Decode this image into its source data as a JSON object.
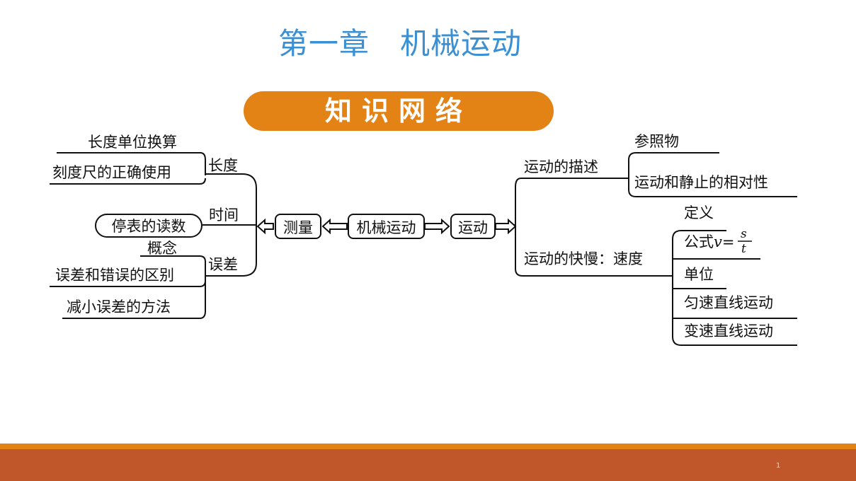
{
  "title": "第一章　机械运动",
  "banner": "知识网络",
  "center": {
    "measure": "测量",
    "main": "机械运动",
    "motion": "运动"
  },
  "left": {
    "length": {
      "label": "长度",
      "items": [
        "长度单位换算",
        "刻度尺的正确使用"
      ]
    },
    "time": {
      "label": "时间",
      "items": [
        "停表的读数"
      ]
    },
    "error": {
      "label": "误差",
      "items": [
        "概念",
        "误差和错误的区别",
        "减小误差的方法"
      ]
    }
  },
  "right": {
    "description": {
      "label": "运动的描述",
      "items": [
        "参照物",
        "运动和静止的相对性"
      ]
    },
    "speed": {
      "label": "运动的快慢：速度",
      "items": [
        "定义",
        "单位",
        "匀速直线运动",
        "变速直线运动"
      ],
      "formula": {
        "prefix": "公式",
        "variable": "v",
        "equals": "=",
        "numerator": "s",
        "denominator": "t"
      }
    }
  },
  "page_number": "1"
}
